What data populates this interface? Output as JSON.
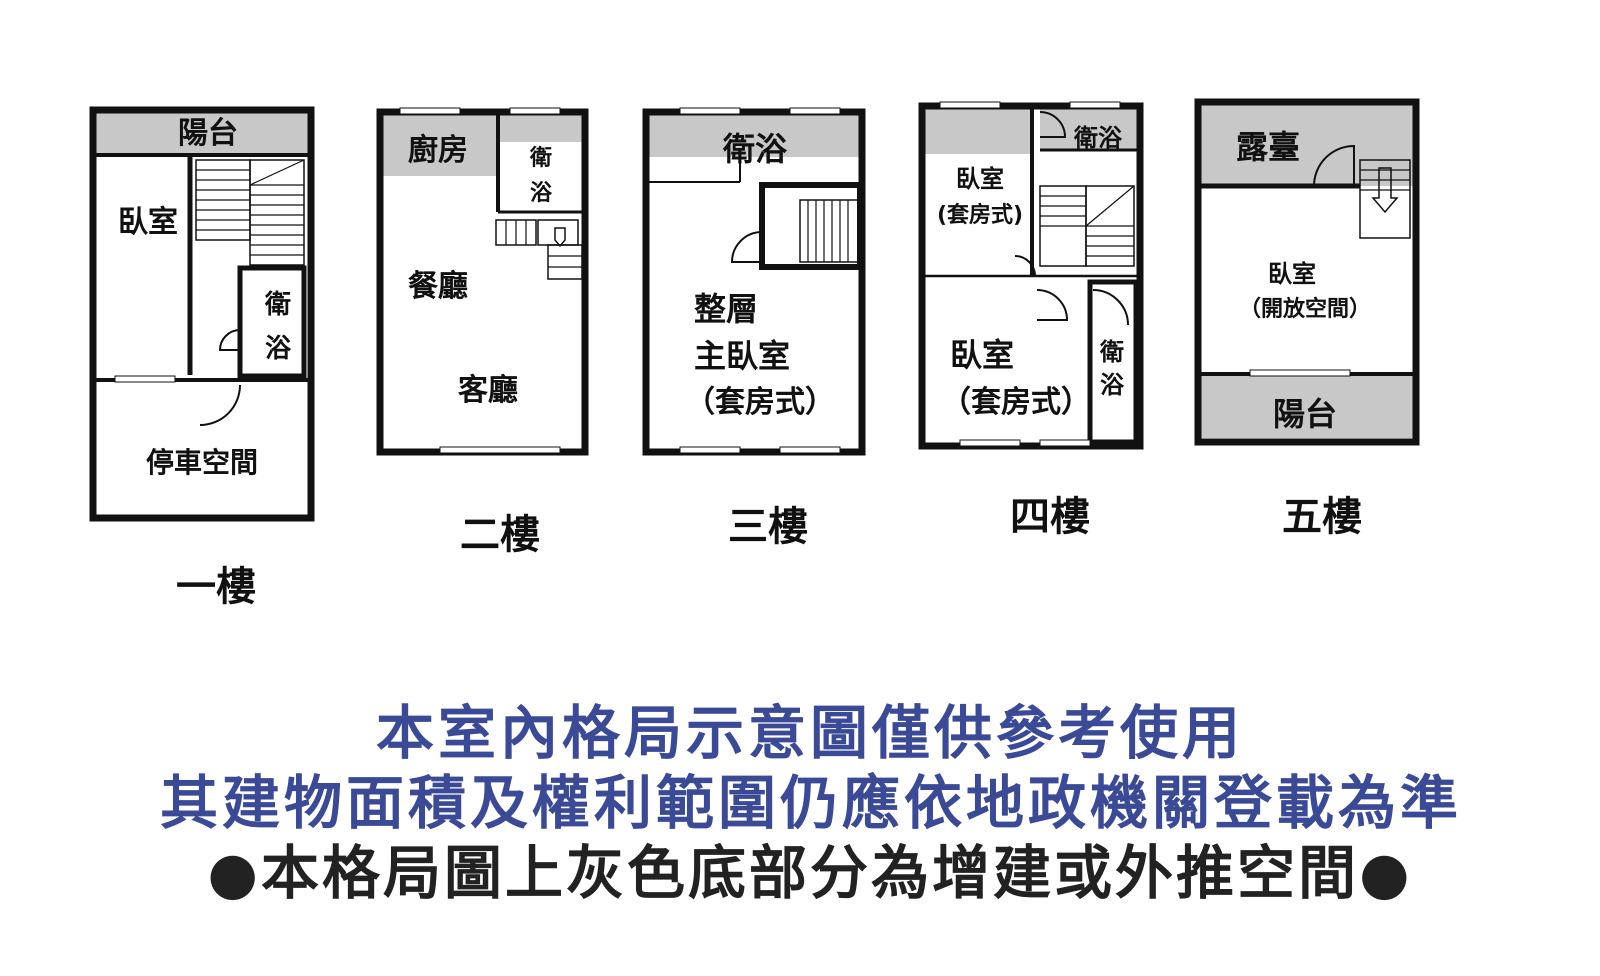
{
  "floors": [
    {
      "label": "一樓",
      "rooms": {
        "balcony": "陽台",
        "bedroom": "臥室",
        "bath_1": "衛",
        "bath_2": "浴",
        "parking": "停車空間"
      }
    },
    {
      "label": "二樓",
      "rooms": {
        "kitchen": "廚房",
        "bath_1": "衛",
        "bath_2": "浴",
        "dining": "餐廳",
        "living": "客廳"
      }
    },
    {
      "label": "三樓",
      "rooms": {
        "bath": "衛浴",
        "master_1": "整層",
        "master_2": "主臥室",
        "master_3": "（套房式）"
      }
    },
    {
      "label": "四樓",
      "rooms": {
        "bath_top": "衛浴",
        "bedroom_a_1": "臥室",
        "bedroom_a_2": "(套房式)",
        "bedroom_b_1": "臥室",
        "bedroom_b_2": "（套房式）",
        "bath_right_1": "衛",
        "bath_right_2": "浴"
      }
    },
    {
      "label": "五樓",
      "rooms": {
        "terrace": "露臺",
        "bedroom_1": "臥室",
        "bedroom_2": "（開放空間）",
        "balcony": "陽台"
      }
    }
  ],
  "notice": {
    "line1": "本室內格局示意圖僅供參考使用",
    "line2": "其建物面積及權利範圍仍應依地政機關登載為準",
    "line3": "●本格局圖上灰色底部分為增建或外推空間●"
  },
  "colors": {
    "wall": "#111111",
    "extension_gray": "#c8c8c8",
    "notice_blue": "#3a4a96",
    "notice_dark": "#222222"
  }
}
